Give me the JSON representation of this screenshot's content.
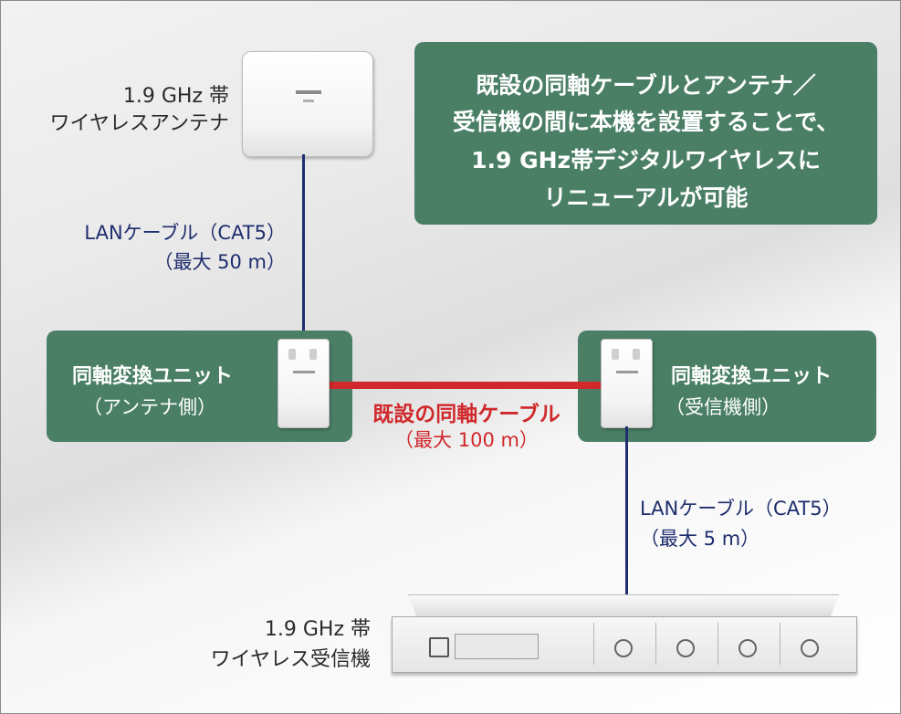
{
  "antenna": {
    "line1": "1.9 GHz 帯",
    "line2": "ワイヤレスアンテナ"
  },
  "lan_cable_top": {
    "line1": "LANケーブル（CAT5）",
    "line2": "（最大 50 m）"
  },
  "callout": {
    "lines": [
      "既設の同軸ケーブルとアンテナ／",
      "受信機の間に本機を設置することで、",
      "1.9 GHz帯デジタルワイヤレスに",
      "リニューアルが可能"
    ]
  },
  "unit_left": {
    "title": "同軸変換ユニット",
    "subtitle": "（アンテナ側）"
  },
  "unit_right": {
    "title": "同軸変換ユニット",
    "subtitle": "（受信機側）"
  },
  "coax": {
    "line1": "既設の同軸ケーブル",
    "line2": "（最大 100 m）"
  },
  "lan_cable_bottom": {
    "line1": "LANケーブル（CAT5）",
    "line2": "（最大 5 m）"
  },
  "receiver": {
    "line1": "1.9 GHz 帯",
    "line2": "ワイヤレス受信機"
  },
  "colors": {
    "box_green": "#4a7f66",
    "lan_navy": "#1f2e6e",
    "coax_red": "#d0282b"
  },
  "icons": {
    "antenna": "wireless-antenna-icon",
    "converter": "coax-converter-unit-icon",
    "receiver": "rack-receiver-icon"
  }
}
